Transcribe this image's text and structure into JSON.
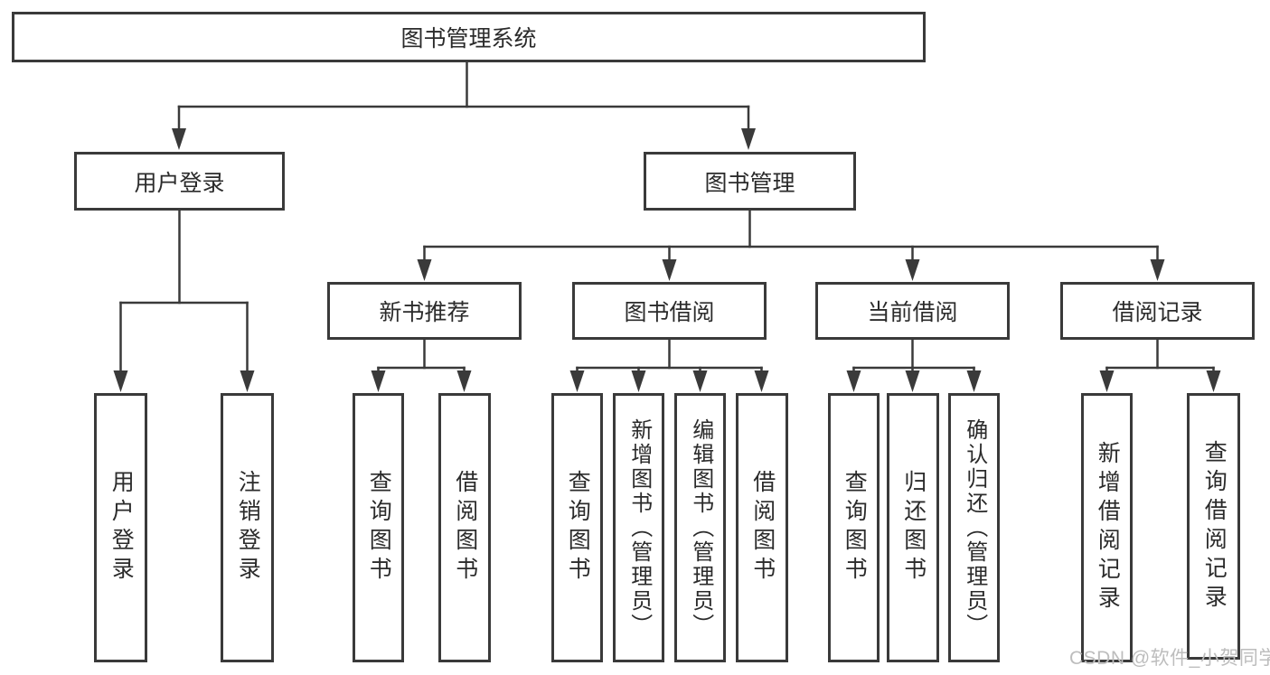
{
  "page": {
    "background_color": "#ffffff",
    "line_color": "#3a3a3a",
    "box_border_color": "#3a3a3a",
    "text_color": "#2b2b2b"
  },
  "diagram": {
    "title": "图书管理系统",
    "type": "hierarchy-tree"
  },
  "nodes": [
    {
      "id": "root",
      "label": "图书管理系统",
      "parent": null
    },
    {
      "id": "user-login",
      "label": "用户登录",
      "parent": "root"
    },
    {
      "id": "book-management",
      "label": "图书管理",
      "parent": "root"
    },
    {
      "id": "user-login-leaf",
      "label": "用户登录",
      "parent": "user-login"
    },
    {
      "id": "logout",
      "label": "注销登录",
      "parent": "user-login"
    },
    {
      "id": "new-book-recommend",
      "label": "新书推荐",
      "parent": "book-management"
    },
    {
      "id": "book-borrowing",
      "label": "图书借阅",
      "parent": "book-management"
    },
    {
      "id": "current-borrowing",
      "label": "当前借阅",
      "parent": "book-management"
    },
    {
      "id": "borrowing-records",
      "label": "借阅记录",
      "parent": "book-management"
    },
    {
      "id": "query-books-1",
      "label": "查询图书",
      "parent": "new-book-recommend"
    },
    {
      "id": "borrow-books-1",
      "label": "借阅图书",
      "parent": "new-book-recommend"
    },
    {
      "id": "query-books-2",
      "label": "查询图书",
      "parent": "book-borrowing"
    },
    {
      "id": "add-book-admin",
      "label": "新增图书（管理员）",
      "parent": "book-borrowing"
    },
    {
      "id": "edit-book-admin",
      "label": "编辑图书（管理员）",
      "parent": "book-borrowing"
    },
    {
      "id": "borrow-books-2",
      "label": "借阅图书",
      "parent": "book-borrowing"
    },
    {
      "id": "query-books-3",
      "label": "查询图书",
      "parent": "current-borrowing"
    },
    {
      "id": "return-books",
      "label": "归还图书",
      "parent": "current-borrowing"
    },
    {
      "id": "confirm-return-admin",
      "label": "确认归还（管理员）",
      "parent": "current-borrowing"
    },
    {
      "id": "add-borrow-record",
      "label": "新增借阅记录",
      "parent": "borrowing-records"
    },
    {
      "id": "query-borrow-record",
      "label": "查询借阅记录",
      "parent": "borrowing-records"
    }
  ],
  "watermark": {
    "text": "CSDN @软件_小贺同学",
    "color": "#bdbdbd"
  }
}
